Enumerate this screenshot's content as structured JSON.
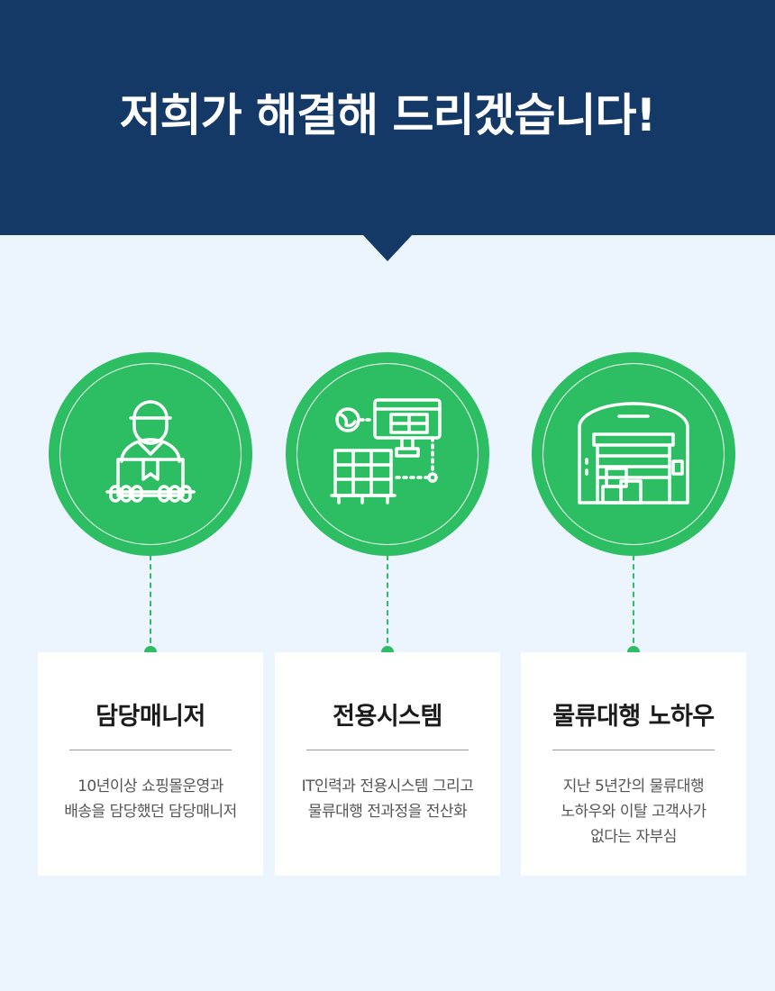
{
  "header": {
    "title": "저희가 해결해 드리겠습니다!"
  },
  "colors": {
    "header_bg": "#153966",
    "page_bg": "#ecf4fe",
    "accent_green": "#2dbd62"
  },
  "cards": [
    {
      "icon": "delivery-man-icon",
      "title": "담당매니저",
      "desc": [
        "10년이상 쇼핑몰운영과",
        "배송을 담당했던 담당매니저"
      ]
    },
    {
      "icon": "logistics-system-icon",
      "title": "전용시스템",
      "desc": [
        "IT인력과 전용시스템 그리고",
        "물류대행 전과정을 전산화"
      ]
    },
    {
      "icon": "warehouse-icon",
      "title": "물류대행 노하우",
      "desc": [
        "지난 5년간의 물류대행",
        "노하우와 이탈 고객사가",
        "없다는 자부심"
      ]
    }
  ]
}
